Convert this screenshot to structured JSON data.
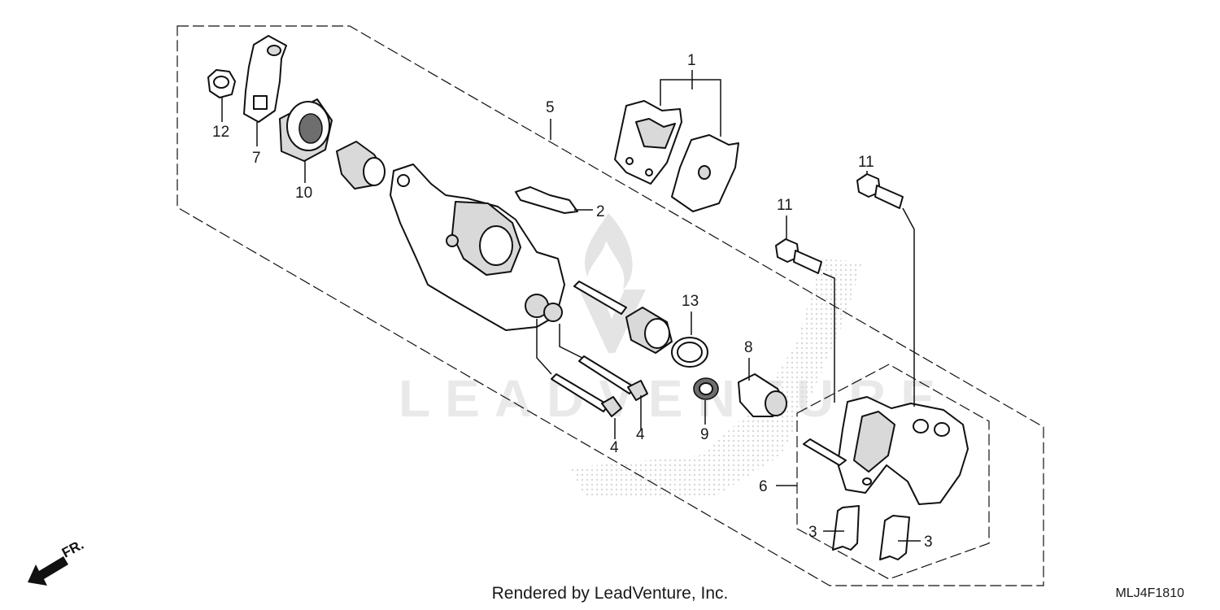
{
  "callouts": [
    {
      "id": "c1",
      "label": "1"
    },
    {
      "id": "c2",
      "label": "2"
    },
    {
      "id": "c3a",
      "label": "3"
    },
    {
      "id": "c3b",
      "label": "3"
    },
    {
      "id": "c4a",
      "label": "4"
    },
    {
      "id": "c4b",
      "label": "4"
    },
    {
      "id": "c5",
      "label": "5"
    },
    {
      "id": "c6",
      "label": "6"
    },
    {
      "id": "c7",
      "label": "7"
    },
    {
      "id": "c8",
      "label": "8"
    },
    {
      "id": "c9",
      "label": "9"
    },
    {
      "id": "c10",
      "label": "10"
    },
    {
      "id": "c11a",
      "label": "11"
    },
    {
      "id": "c11b",
      "label": "11"
    },
    {
      "id": "c12",
      "label": "12"
    },
    {
      "id": "c13",
      "label": "13"
    }
  ],
  "direction_label": "FR.",
  "watermark_text": "LEADVENTURE",
  "footer": {
    "credit": "Rendered by LeadVenture, Inc.",
    "diagram_code": "MLJ4F1810"
  },
  "colors": {
    "line": "#111111",
    "watermark": "#e4e4e4",
    "background": "#ffffff"
  }
}
